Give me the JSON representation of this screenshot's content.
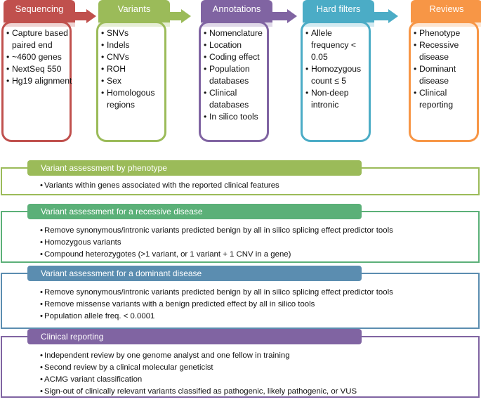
{
  "pipeline": [
    {
      "title": "Sequencing",
      "color": "#c0504d",
      "items": [
        "Capture based paired end",
        "~4600 genes",
        "NextSeq 550",
        "Hg19 alignment"
      ]
    },
    {
      "title": "Variants",
      "color": "#9bbb59",
      "items": [
        "SNVs",
        "Indels",
        "CNVs",
        "ROH",
        "Sex",
        "Homologous regions"
      ]
    },
    {
      "title": "Annotations",
      "color": "#8064a2",
      "items": [
        "Nomenclature",
        "Location",
        "Coding effect",
        "Population databases",
        "Clinical databases",
        "In silico tools"
      ]
    },
    {
      "title": "Hard filters",
      "color": "#4bacc6",
      "items": [
        "Allele frequency < 0.05",
        "Homozygous count  ≤ 5",
        "Non-deep intronic"
      ]
    },
    {
      "title": "Reviews",
      "color": "#f79646",
      "items": [
        "Phenotype",
        "Recessive disease",
        "Dominant disease",
        "Clinical reporting"
      ]
    }
  ],
  "panels": [
    {
      "title": "Variant assessment by phenotype",
      "color": "#9bbb59",
      "items": [
        "Variants within genes associated with the reported clinical features"
      ]
    },
    {
      "title": "Variant assessment for a recessive disease",
      "color": "#5bb078",
      "items": [
        "Remove synonymous/intronic variants predicted benign by all in silico splicing effect predictor tools",
        "Homozygous variants",
        "Compound heterozygotes (>1 variant, or 1 variant + 1 CNV in a gene)"
      ]
    },
    {
      "title": "Variant assessment for a dominant disease",
      "color": "#5b8db0",
      "items": [
        "Remove synonymous/intronic variants predicted benign by all in silico splicing effect predictor tools",
        "Remove missense variants with a benign predicted effect by all in silico tools",
        "Population allele freq. < 0.0001"
      ]
    },
    {
      "title": "Clinical reporting",
      "color": "#8064a2",
      "items": [
        "Independent review by one genome analyst and one fellow in training",
        "Second review by a clinical molecular geneticist",
        "ACMG variant classification",
        "Sign-out of clinically relevant variants classified as pathogenic, likely pathogenic, or VUS"
      ]
    }
  ]
}
